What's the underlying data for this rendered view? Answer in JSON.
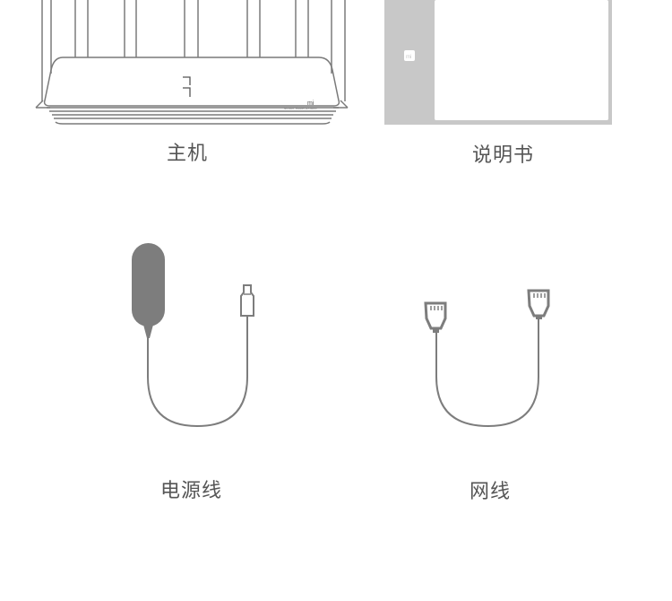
{
  "items": [
    {
      "label": "主机"
    },
    {
      "label": "说明书"
    },
    {
      "label": "电源线"
    },
    {
      "label": "网线"
    }
  ],
  "router": {
    "logo": "mi",
    "model_text": "Mi AIoT Router AX3600"
  },
  "manual": {
    "logo": "mi"
  },
  "colors": {
    "line": "#888888",
    "fill_gray": "#c8c8c8",
    "cable_gray": "#7d7d7d",
    "label": "#555555"
  }
}
